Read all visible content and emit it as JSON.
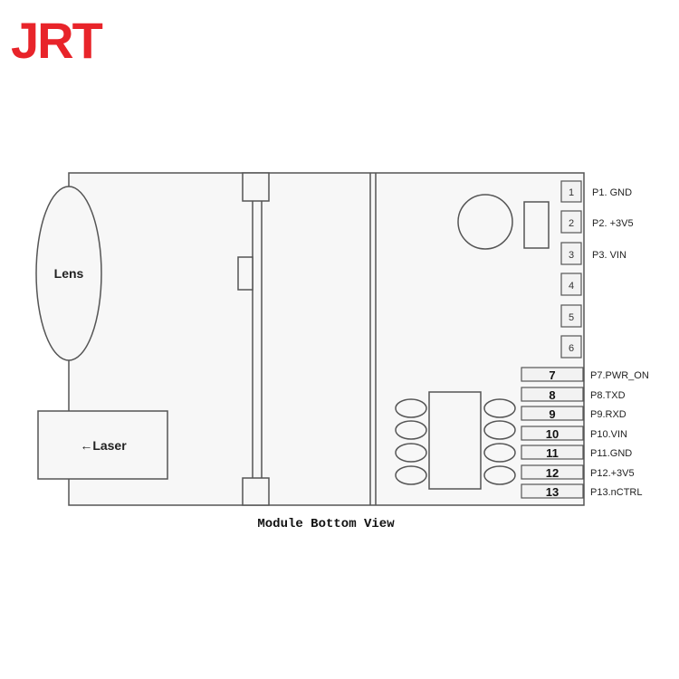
{
  "logo": {
    "text": "JRT",
    "color": "#e8242a"
  },
  "components": {
    "lens": "Lens",
    "laser": "←Laser"
  },
  "caption": "Module Bottom View",
  "pins_small": [
    {
      "num": "1",
      "label": "P1. GND"
    },
    {
      "num": "2",
      "label": "P2. +3V5"
    },
    {
      "num": "3",
      "label": "P3. VIN"
    },
    {
      "num": "4",
      "label": ""
    },
    {
      "num": "5",
      "label": ""
    },
    {
      "num": "6",
      "label": ""
    }
  ],
  "pins_large": [
    {
      "num": "7",
      "label": "P7.PWR_ON"
    },
    {
      "num": "8",
      "label": "P8.TXD"
    },
    {
      "num": "9",
      "label": "P9.RXD"
    },
    {
      "num": "10",
      "label": "P10.VIN"
    },
    {
      "num": "11",
      "label": "P11.GND"
    },
    {
      "num": "12",
      "label": "P12.+3V5"
    },
    {
      "num": "13",
      "label": "P13.nCTRL"
    }
  ],
  "colors": {
    "outline": "#555555",
    "fill": "#f7f7f7",
    "pad_fill": "#f2f2f2"
  }
}
